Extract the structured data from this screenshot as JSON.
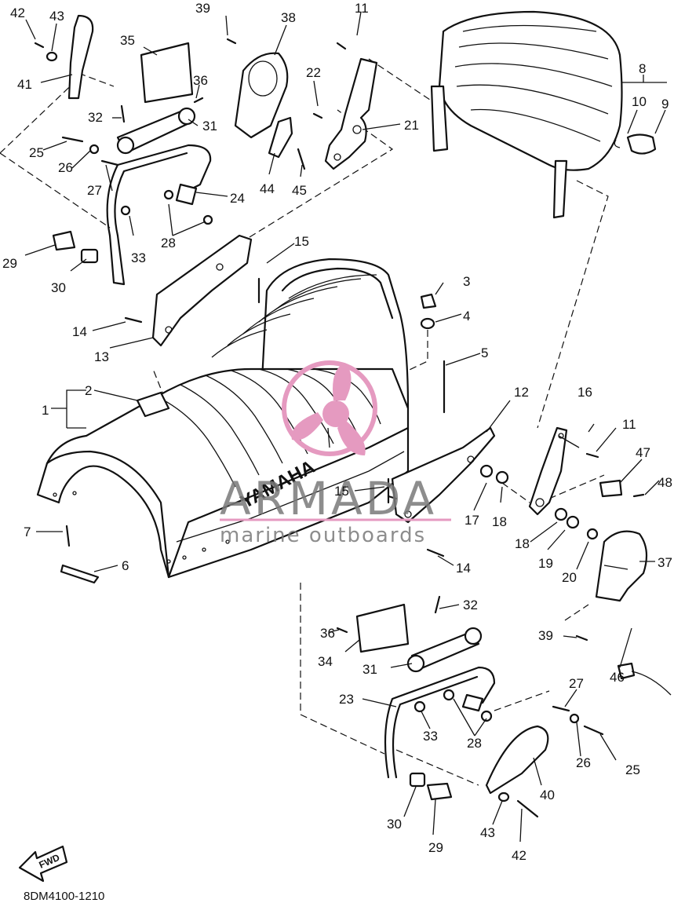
{
  "diagram": {
    "callouts": [
      {
        "id": "c1",
        "text": "1"
      },
      {
        "id": "c2",
        "text": "2"
      },
      {
        "id": "c3",
        "text": "3"
      },
      {
        "id": "c4",
        "text": "4"
      },
      {
        "id": "c5",
        "text": "5"
      },
      {
        "id": "c6",
        "text": "6"
      },
      {
        "id": "c7",
        "text": "7"
      },
      {
        "id": "c8",
        "text": "8"
      },
      {
        "id": "c9",
        "text": "9"
      },
      {
        "id": "c10",
        "text": "10"
      },
      {
        "id": "c11a",
        "text": "11"
      },
      {
        "id": "c11b",
        "text": "11"
      },
      {
        "id": "c12",
        "text": "12"
      },
      {
        "id": "c13",
        "text": "13"
      },
      {
        "id": "c14a",
        "text": "14"
      },
      {
        "id": "c14b",
        "text": "14"
      },
      {
        "id": "c15a",
        "text": "15"
      },
      {
        "id": "c15b",
        "text": "15"
      },
      {
        "id": "c16",
        "text": "16"
      },
      {
        "id": "c17",
        "text": "17"
      },
      {
        "id": "c18a",
        "text": "18"
      },
      {
        "id": "c18b",
        "text": "18"
      },
      {
        "id": "c19",
        "text": "19"
      },
      {
        "id": "c20",
        "text": "20"
      },
      {
        "id": "c21",
        "text": "21"
      },
      {
        "id": "c22",
        "text": "22"
      },
      {
        "id": "c23",
        "text": "23"
      },
      {
        "id": "c24",
        "text": "24"
      },
      {
        "id": "c25a",
        "text": "25"
      },
      {
        "id": "c25b",
        "text": "25"
      },
      {
        "id": "c26a",
        "text": "26"
      },
      {
        "id": "c26b",
        "text": "26"
      },
      {
        "id": "c27a",
        "text": "27"
      },
      {
        "id": "c27b",
        "text": "27"
      },
      {
        "id": "c28a",
        "text": "28"
      },
      {
        "id": "c28b",
        "text": "28"
      },
      {
        "id": "c29a",
        "text": "29"
      },
      {
        "id": "c29b",
        "text": "29"
      },
      {
        "id": "c30a",
        "text": "30"
      },
      {
        "id": "c30b",
        "text": "30"
      },
      {
        "id": "c31a",
        "text": "31"
      },
      {
        "id": "c31b",
        "text": "31"
      },
      {
        "id": "c32a",
        "text": "32"
      },
      {
        "id": "c32b",
        "text": "32"
      },
      {
        "id": "c33a",
        "text": "33"
      },
      {
        "id": "c33b",
        "text": "33"
      },
      {
        "id": "c34",
        "text": "34"
      },
      {
        "id": "c35",
        "text": "35"
      },
      {
        "id": "c36a",
        "text": "36"
      },
      {
        "id": "c36b",
        "text": "36"
      },
      {
        "id": "c37",
        "text": "37"
      },
      {
        "id": "c38",
        "text": "38"
      },
      {
        "id": "c39a",
        "text": "39"
      },
      {
        "id": "c39b",
        "text": "39"
      },
      {
        "id": "c40",
        "text": "40"
      },
      {
        "id": "c41",
        "text": "41"
      },
      {
        "id": "c42a",
        "text": "42"
      },
      {
        "id": "c42b",
        "text": "42"
      },
      {
        "id": "c43a",
        "text": "43"
      },
      {
        "id": "c43b",
        "text": "43"
      },
      {
        "id": "c44",
        "text": "44"
      },
      {
        "id": "c45",
        "text": "45"
      },
      {
        "id": "c46",
        "text": "46"
      },
      {
        "id": "c47",
        "text": "47"
      },
      {
        "id": "c48",
        "text": "48"
      }
    ],
    "seat_brand": "YAMAHA",
    "fwd_label": "FWD",
    "diagram_code": "8DM4100-1210"
  },
  "watermark": {
    "brand": "ARMADA",
    "tagline": "marine outboards",
    "logo_color": "#e59ac0",
    "text_color": "#7a7a7a"
  }
}
